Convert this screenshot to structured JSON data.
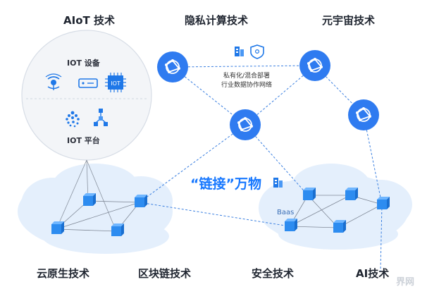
{
  "labels": {
    "aiot": "AIoT 技术",
    "privacy": "隐私计算技术",
    "metaverse": "元宇宙技术",
    "cloud_native": "云原生技术",
    "blockchain": "区块链技术",
    "security": "安全技术",
    "ai": "AI技术"
  },
  "iot_circle": {
    "devices_title": "IOT 设备",
    "chip_text": "IOT",
    "platform_title": "IOT 平台"
  },
  "deployment": {
    "line1": "私有化/混合部署",
    "line2": "行业数据协作网络"
  },
  "slogan": "“链接”万物",
  "baas": "Baas",
  "watermark": "界网",
  "colors": {
    "accent": "#1677ff",
    "node": "#2f7bf0",
    "cube": "#2d8cf0",
    "cloud": "#e3effc",
    "dash": "#3a7fe0"
  },
  "icons": [
    "building-icon",
    "shield-icon",
    "network-node-icon",
    "iot-cube-icon",
    "wifi-node-icon",
    "router-icon",
    "chip-icon",
    "iota-logo-icon",
    "hub-nodes-icon"
  ]
}
